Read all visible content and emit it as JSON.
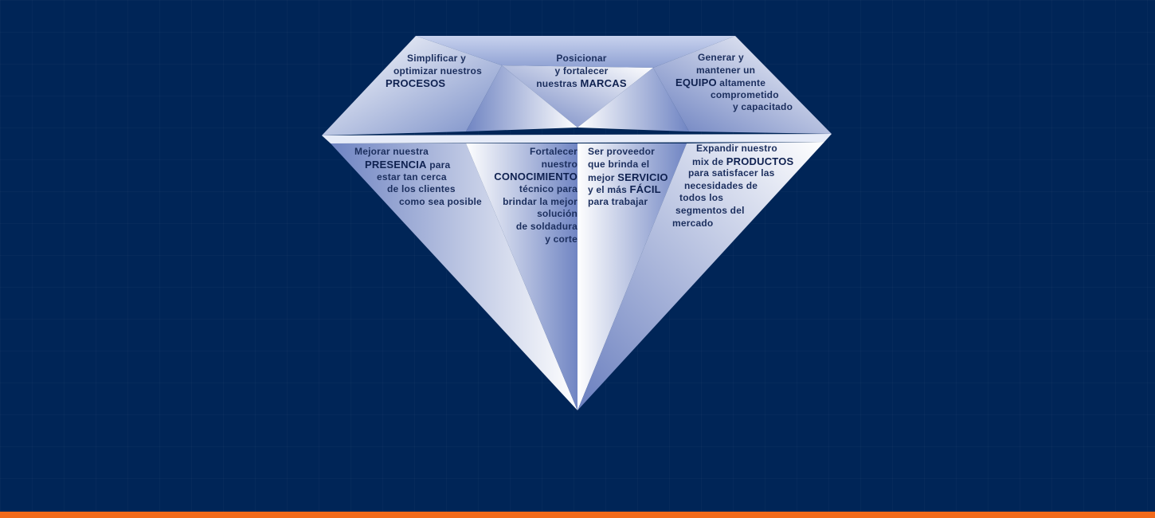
{
  "colors": {
    "background": "#002557",
    "accent_bar": "#f26a1b",
    "text": "#1c2f5e"
  },
  "facets": {
    "procesos": [
      [
        "Simplificar y",
        ""
      ],
      [
        "optimizar nuestros",
        ""
      ],
      [
        "",
        "PROCESOS",
        ""
      ]
    ],
    "marcas": [
      [
        "Posicionar",
        ""
      ],
      [
        "y fortalecer",
        ""
      ],
      [
        "nuestras ",
        "MARCAS",
        ""
      ]
    ],
    "equipo": [
      [
        "Generar y",
        ""
      ],
      [
        "mantener un",
        ""
      ],
      [
        "",
        "EQUIPO",
        " altamente"
      ],
      [
        "comprometido",
        ""
      ],
      [
        "y capacitado",
        ""
      ]
    ],
    "presencia": [
      [
        "Mejorar nuestra",
        ""
      ],
      [
        "",
        "PRESENCIA",
        " para"
      ],
      [
        "estar tan cerca",
        ""
      ],
      [
        "de los clientes",
        ""
      ],
      [
        "como sea posible",
        ""
      ]
    ],
    "conocimiento": [
      [
        "Fortalecer",
        ""
      ],
      [
        "nuestro",
        ""
      ],
      [
        "",
        "CONOCIMIENTO",
        ""
      ],
      [
        "técnico para",
        ""
      ],
      [
        "brindar la mejor",
        ""
      ],
      [
        "solución",
        ""
      ],
      [
        "de soldadura",
        ""
      ],
      [
        "y corte",
        ""
      ]
    ],
    "servicio": [
      [
        "Ser proveedor",
        ""
      ],
      [
        "que brinda el",
        ""
      ],
      [
        "mejor ",
        "SERVICIO",
        ""
      ],
      [
        "y el más ",
        "FÁCIL",
        ""
      ],
      [
        "para trabajar",
        ""
      ]
    ],
    "productos": [
      [
        "Expandir nuestro",
        ""
      ],
      [
        "mix de ",
        "PRODUCTOS",
        ""
      ],
      [
        "para satisfacer las",
        ""
      ],
      [
        "necesidades de",
        ""
      ],
      [
        "todos los",
        ""
      ],
      [
        "segmentos del",
        ""
      ],
      [
        "mercado",
        ""
      ]
    ]
  }
}
